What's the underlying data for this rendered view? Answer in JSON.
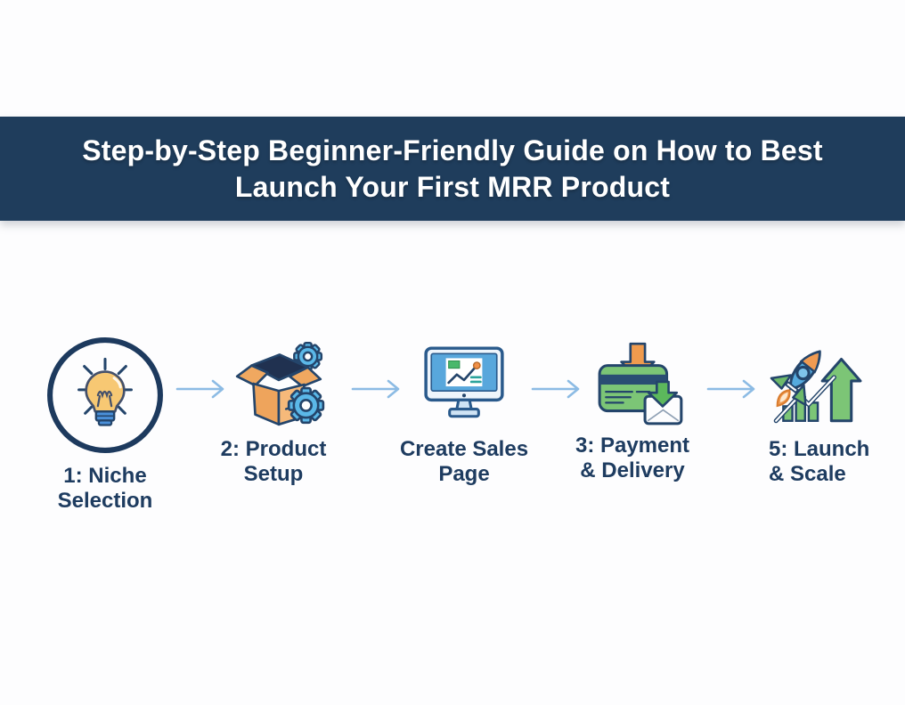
{
  "header": {
    "title_line1": "Step-by-Step Beginner-Friendly Guide on How to Best",
    "title_line2": "Launch Your First MRR Product"
  },
  "steps": [
    {
      "label_line1": "1: Niche",
      "label_line2": "Selection",
      "icon": "lightbulb-in-circle-icon"
    },
    {
      "label_line1": "2: Product",
      "label_line2": "Setup",
      "icon": "open-box-with-gears-icon"
    },
    {
      "label_line1": "Create Sales",
      "label_line2": "Page",
      "icon": "monitor-with-chart-icon"
    },
    {
      "label_line1": "3: Payment",
      "label_line2": "& Delivery",
      "icon": "credit-card-delivery-icon"
    },
    {
      "label_line1": "5: Launch",
      "label_line2": "& Scale",
      "icon": "rocket-growth-chart-icon"
    }
  ],
  "connectors": {
    "count": 4,
    "style": "right-arrow"
  },
  "colors": {
    "header_background": "#1f3d5c",
    "header_text": "#ffffff",
    "label_text": "#1e3c60",
    "arrow_blue": "#8cbbe4",
    "outline_navy": "#24456b",
    "icon_orange": "#f0a35c",
    "icon_yellow": "#f7c873",
    "icon_blue": "#55aade",
    "icon_green": "#7cc576",
    "page_background": "#fdfdfe"
  }
}
